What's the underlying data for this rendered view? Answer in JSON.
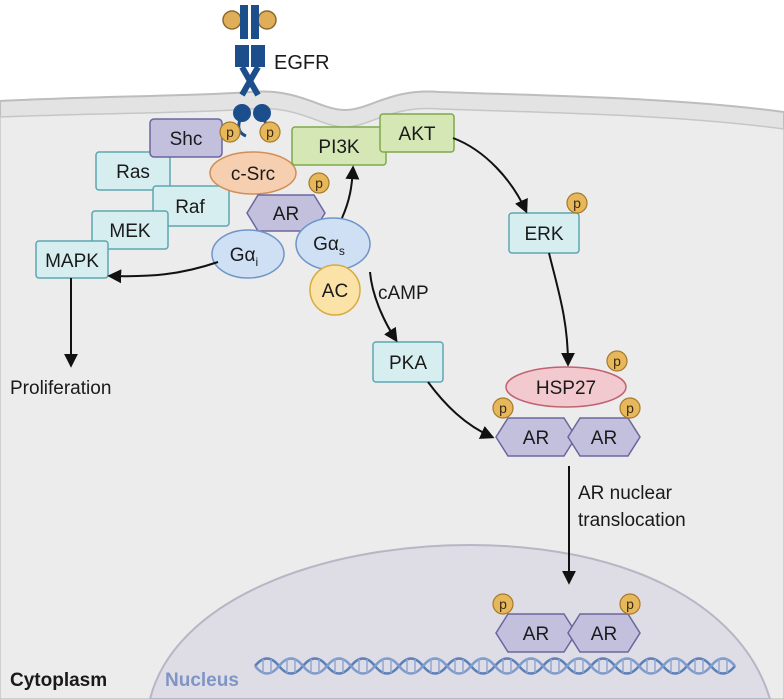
{
  "receptor": {
    "label": "EGFR"
  },
  "nodes": {
    "shc": "Shc",
    "ras": "Ras",
    "raf": "Raf",
    "mek": "MEK",
    "mapk": "MAPK",
    "csrc": "c-Src",
    "ar_membrane": "AR",
    "galpha_i": {
      "main": "Gα",
      "sub": "i"
    },
    "galpha_s": {
      "main": "Gα",
      "sub": "s"
    },
    "ac": "AC",
    "pi3k": "PI3K",
    "akt": "AKT",
    "erk": "ERK",
    "pka": "PKA",
    "hsp27": "HSP27",
    "ar_cyto_left": "AR",
    "ar_cyto_right": "AR",
    "ar_nuc_left": "AR",
    "ar_nuc_right": "AR"
  },
  "phospho_label": "p",
  "labels": {
    "camp": "cAMP",
    "proliferation": "Proliferation",
    "translocation_line1": "AR nuclear",
    "translocation_line2": "translocation",
    "cytoplasm": "Cytoplasm",
    "nucleus": "Nucleus"
  },
  "colors": {
    "membrane": "#e6e6e6",
    "cytoplasm": "#ebebeb",
    "nucleus": "#dcdce4",
    "receptor": "#1d4e8c",
    "phospho": "#e7b75c",
    "teal_box": "#d7eef1",
    "teal_stroke": "#5da6b0",
    "purple_box": "#c3c0dd",
    "purple_stroke": "#6c669e",
    "green_box": "#d4e7b5",
    "green_stroke": "#7fa84a",
    "orange_box": "#f5cfb0",
    "orange_stroke": "#d08f55",
    "pink_box": "#f2c9cf",
    "pink_stroke": "#c2636f",
    "blue_oval": "#cfe0f5",
    "blue_oval_stroke": "#6d95c7",
    "yellow_oval": "#fbe3a8",
    "yellow_oval_stroke": "#d8ab40",
    "dna": "#5b7fb8",
    "nucleus_label": "#7f95c5"
  }
}
